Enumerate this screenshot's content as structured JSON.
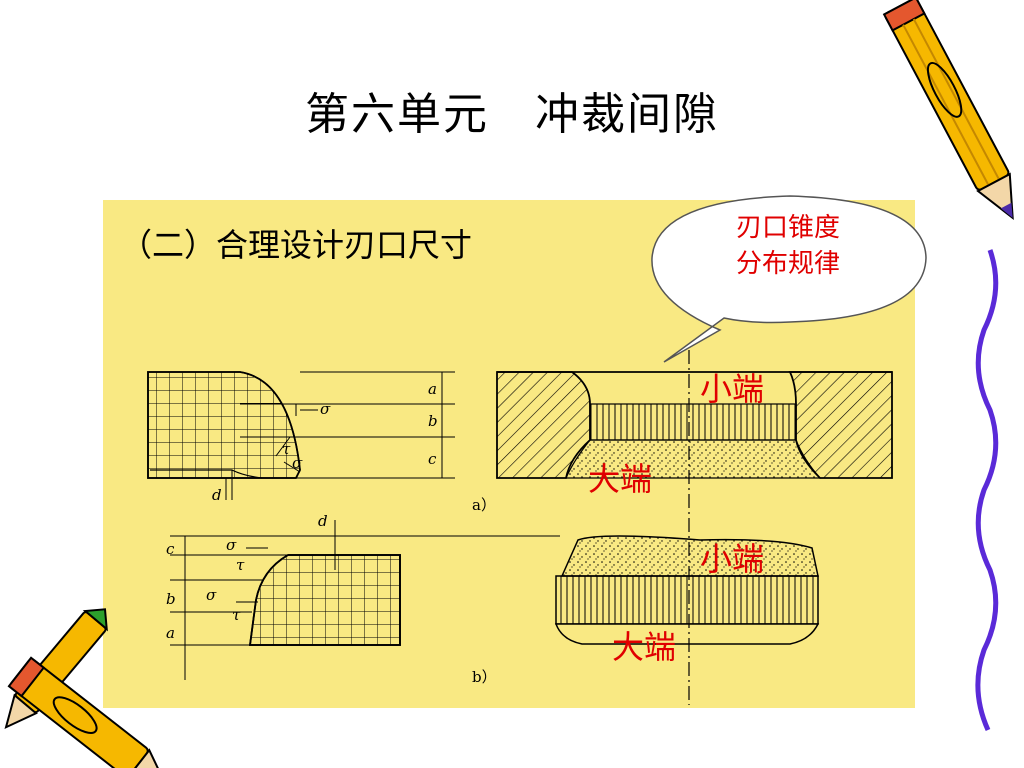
{
  "title": "第六单元　冲裁间隙",
  "subtitle": "（二）合理设计刃口尺寸",
  "callout": {
    "line1": "刃口锥度",
    "line2": "分布规律"
  },
  "labels": {
    "a_small_end": "小端",
    "a_big_end": "大端",
    "b_small_end": "小端",
    "b_big_end": "大端"
  },
  "figure": {
    "caption_a": "a）",
    "caption_b": "b）",
    "sym_a": "a",
    "sym_b": "b",
    "sym_c": "c",
    "sym_d": "d",
    "sigma": "σ",
    "tau": "τ"
  },
  "colors": {
    "panel": "#f9e983",
    "accent_red": "#e00000",
    "callout_stroke": "#555555"
  },
  "decorations": [
    "pencil-icon",
    "pencil-icon",
    "pencil-icon",
    "wavy-border"
  ]
}
